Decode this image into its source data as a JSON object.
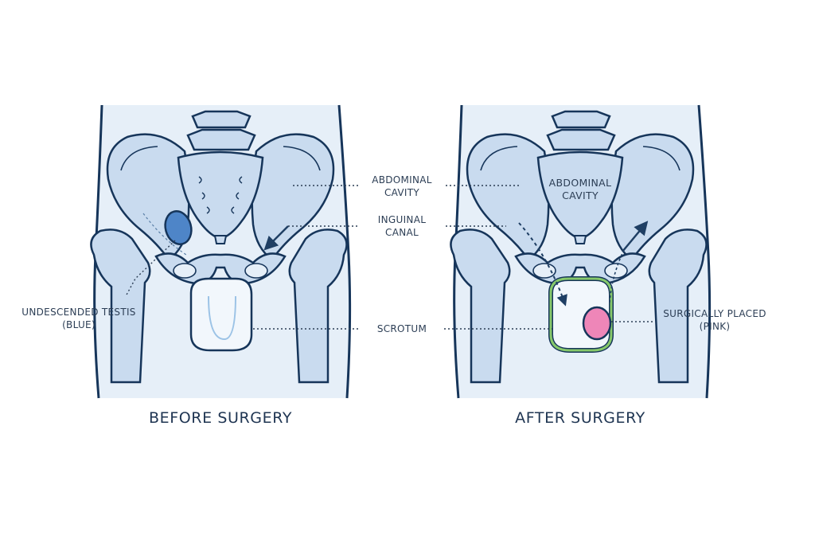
{
  "colors": {
    "outline": "#16355a",
    "bone_fill": "#c9dbef",
    "body_fill": "#e6eff8",
    "testis_blue": "#4e85c8",
    "testis_pink": "#ee86b8",
    "scrotum_green": "#86c86a",
    "arrow": "#1f3f64"
  },
  "labels": {
    "abdominal_cavity_line1": "ABDOMINAL",
    "abdominal_cavity_line2": "CAVITY",
    "inguinal_canal_line1": "INGUINAL",
    "inguinal_canal_line2": "CANAL",
    "scrotum": "SCROTUM",
    "undescended_line1": "UNDESCENDED TESTIS",
    "undescended_line2": "(BLUE)",
    "surgically_line1": "SURGICALLY PLACED",
    "surgically_line2": "(PINK)",
    "inner_abdominal_line1": "ABDOMINAL",
    "inner_abdominal_line2": "CAVITY"
  },
  "captions": {
    "before": "BEFORE SURGERY",
    "after": "AFTER SURGERY"
  }
}
